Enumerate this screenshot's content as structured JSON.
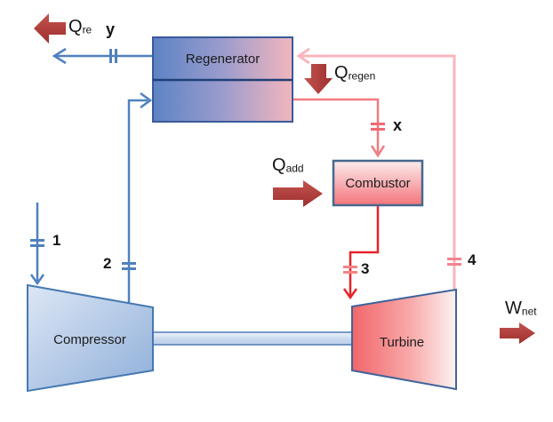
{
  "diagram_type": "regenerative-gas-turbine-cycle",
  "components": {
    "regenerator": "Regenerator",
    "combustor": "Combustor",
    "compressor": "Compressor",
    "turbine": "Turbine"
  },
  "energy_flows": {
    "q_re": {
      "symbol": "Q",
      "subscript": "re"
    },
    "q_regen": {
      "symbol": "Q",
      "subscript": "regen"
    },
    "q_add": {
      "symbol": "Q",
      "subscript": "add"
    },
    "w_net": {
      "symbol": "W",
      "subscript": "net"
    }
  },
  "state_points": {
    "p1": "1",
    "p2": "2",
    "p3": "3",
    "p4": "4",
    "px": "x",
    "py": "y"
  },
  "colors": {
    "cold_stream_line": "#4f81bd",
    "hot_stream_line_light": "#f9b6bc",
    "hot_stream_line_medium": "#f27a80",
    "hot_stream_line_strong": "#e8232a",
    "block_arrow_red": "#a83532",
    "box_border_blue": "#3a5a99",
    "regenerator_gradient": [
      "#5d83c5",
      "#eeb0b8"
    ],
    "combustor_gradient": [
      "#fceced",
      "#f3757b"
    ],
    "compressor_gradient": [
      "#dde7f5",
      "#8fafda"
    ],
    "turbine_gradient": [
      "#f1666b",
      "#fdf2f2"
    ]
  }
}
